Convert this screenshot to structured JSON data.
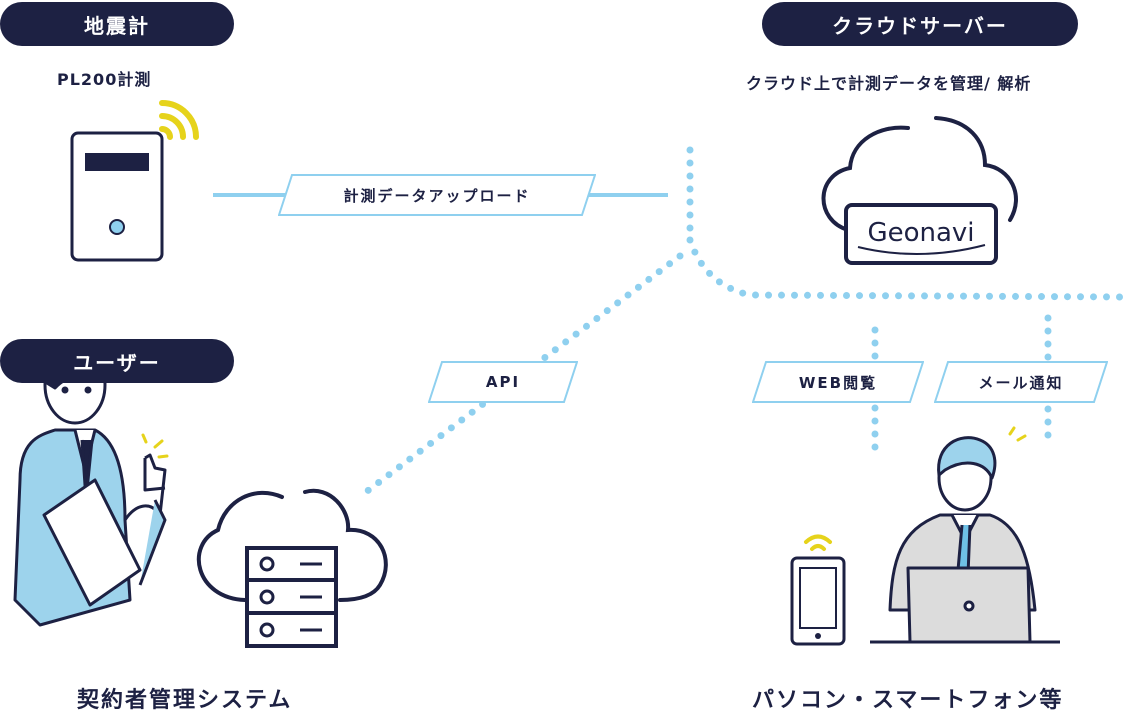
{
  "nodes": {
    "seismometer": {
      "heading": "地震計",
      "subtitle": "PL200計測"
    },
    "cloud_server": {
      "heading": "クラウドサーバー",
      "subtitle": "クラウド上で計測データを管理/ 解析",
      "logo": "Geonavi"
    },
    "user": {
      "heading": "ユーザー"
    },
    "contract_system": {
      "label": "契約者管理システム"
    },
    "devices": {
      "label": "パソコン・スマートフォン等"
    }
  },
  "connections": {
    "upload": "計測データアップロード",
    "api": "API",
    "web": "WEB閲覧",
    "mail": "メール通知"
  },
  "colors": {
    "navy": "#1d2143",
    "line_blue": "#8fd0ef",
    "signal_yellow": "#e6d31b",
    "suit_blue": "#9dd3ec",
    "suit_gray": "#dcdcdc"
  }
}
